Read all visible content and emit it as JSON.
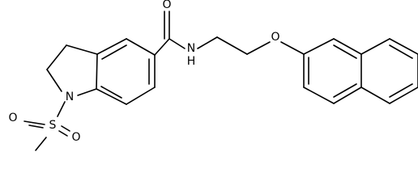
{
  "molecule": {
    "atom_labels": {
      "carbonyl_oxygen": "O",
      "amide_nh": "N",
      "amide_h": "H",
      "ether_oxygen": "O",
      "ring_nitrogen": "N",
      "sulfur": "S",
      "sulfonyl_oxygen_left": "O",
      "sulfonyl_oxygen_right": "O"
    },
    "colors": {
      "bond": "#000000",
      "text": "#000000",
      "background": "#ffffff"
    }
  }
}
